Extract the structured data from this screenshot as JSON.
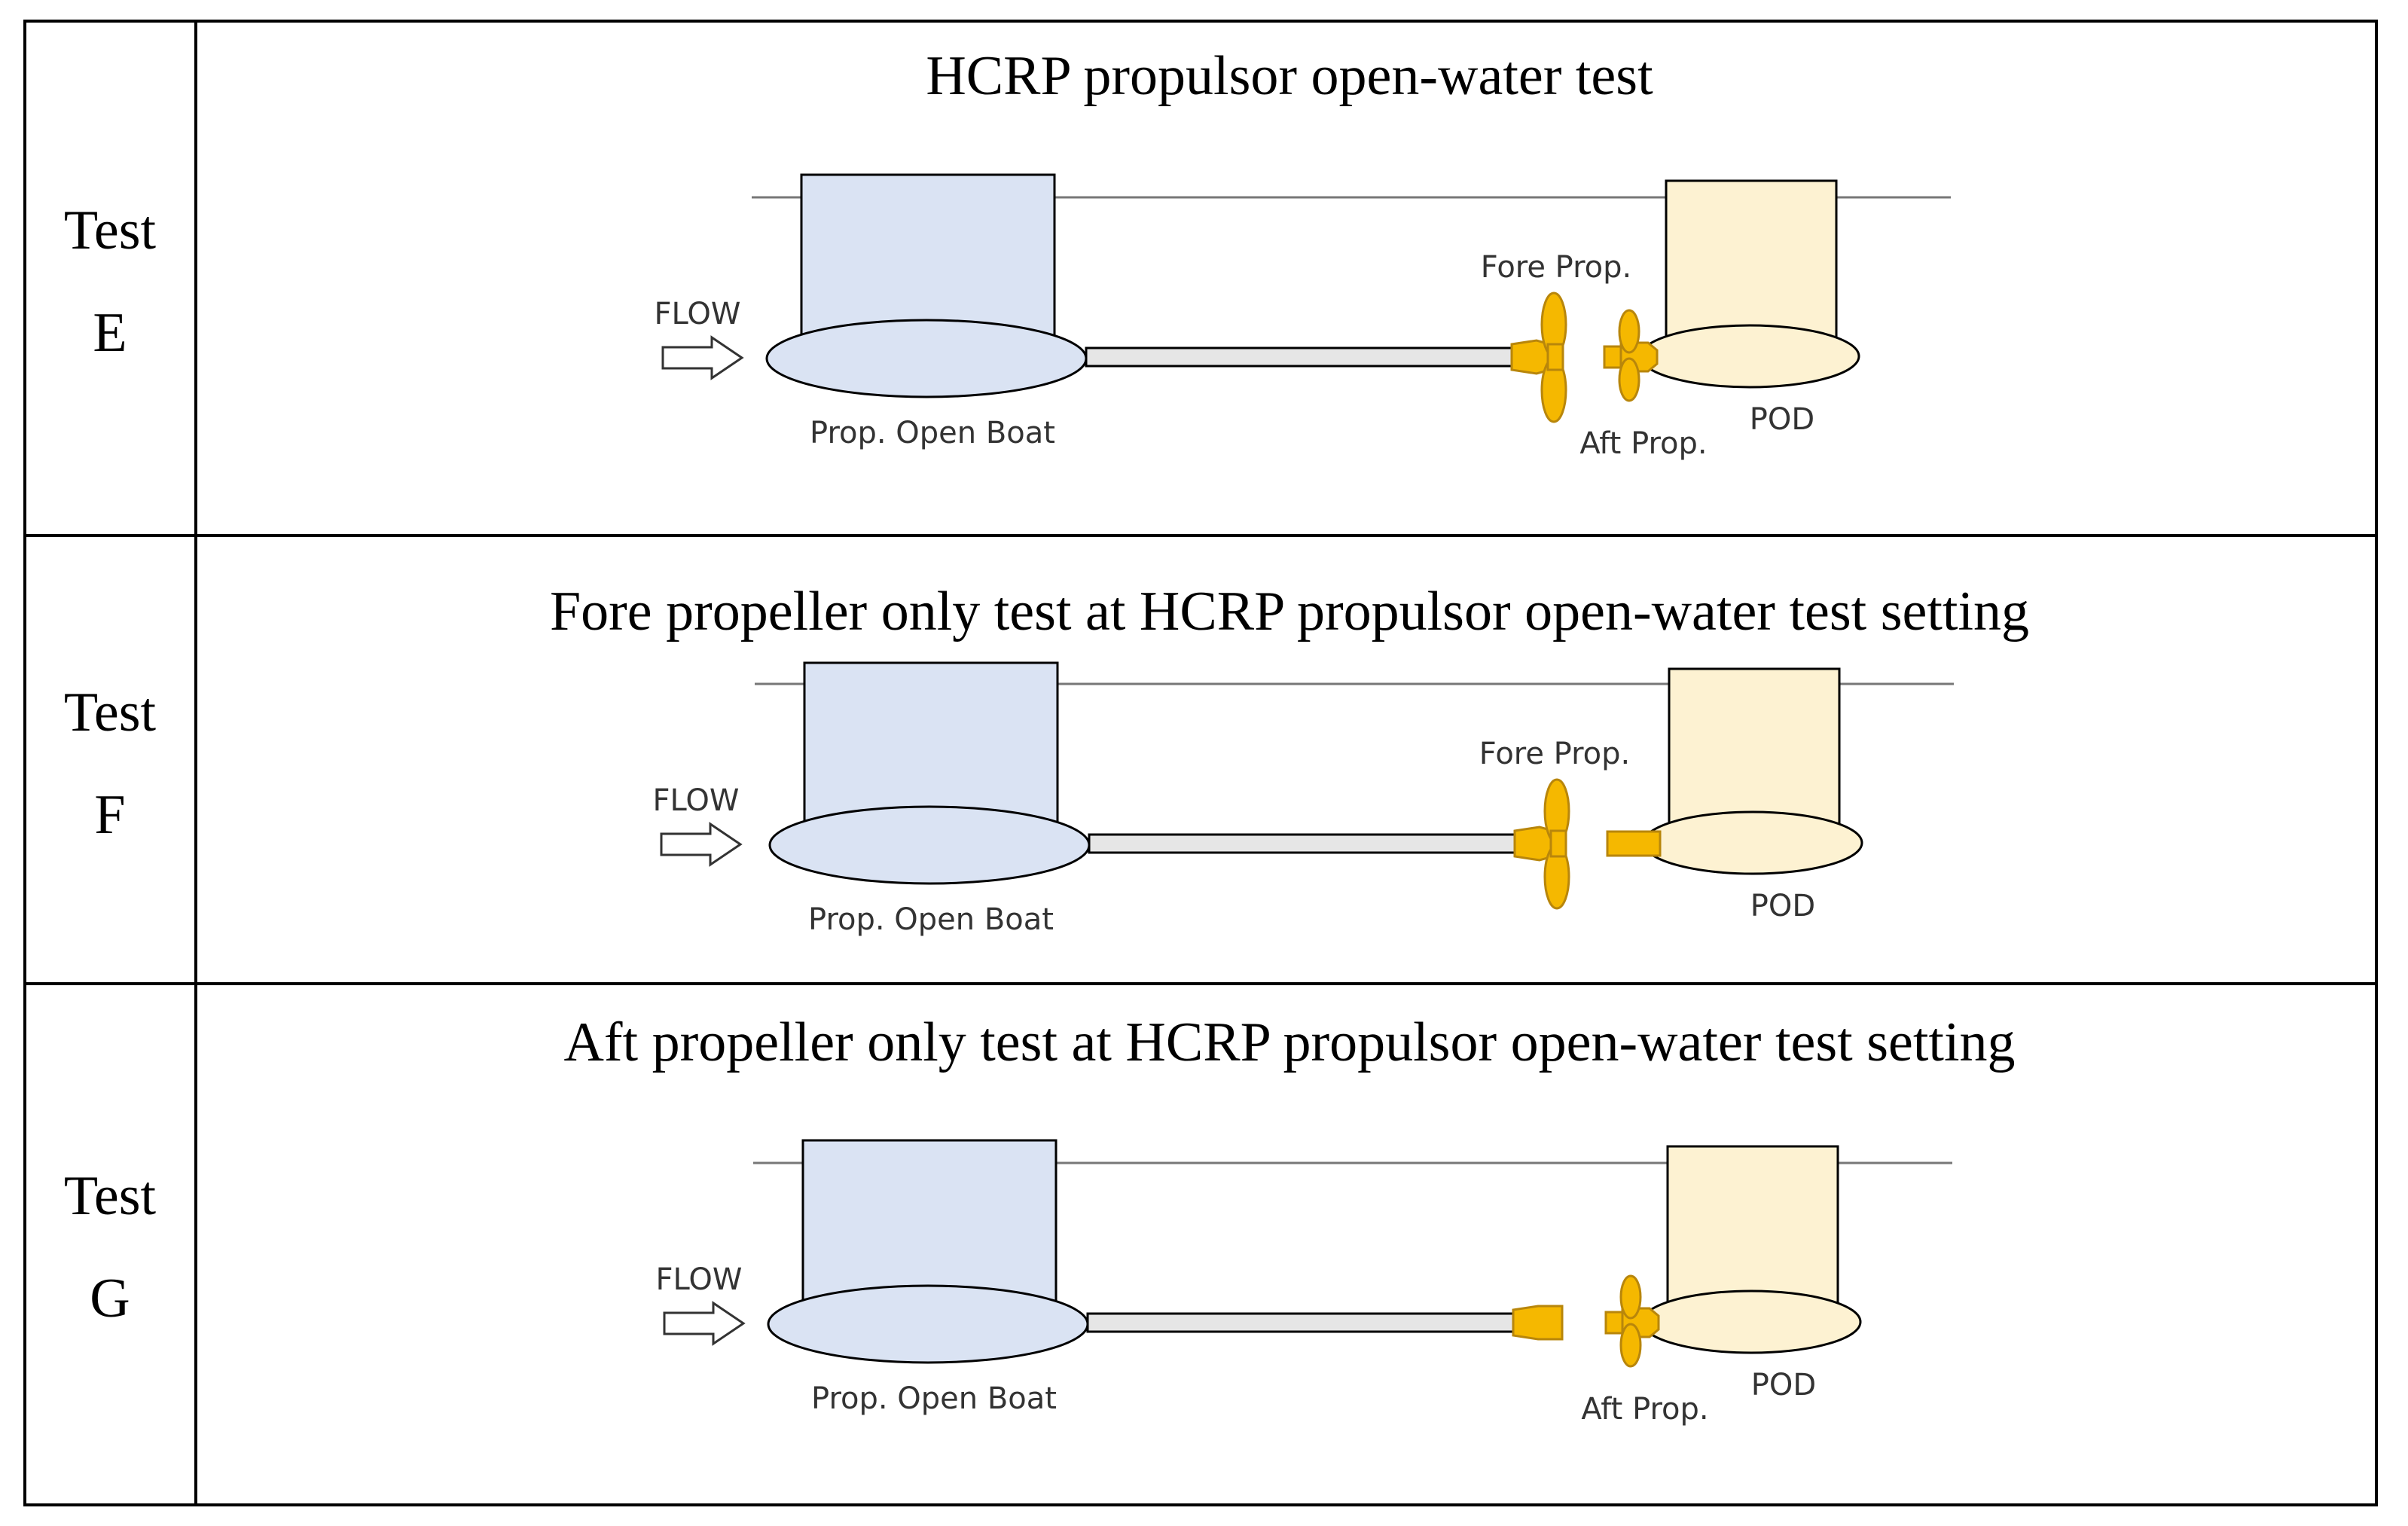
{
  "colors": {
    "boat_fill": "#dae3f3",
    "pod_fill": "#fdf2d2",
    "prop_fill": "#f5b800",
    "prop_stroke": "#b8860b",
    "shaft_fill": "#e6e6e6",
    "line": "#000000",
    "water_line": "#777777"
  },
  "rows": [
    {
      "id": "E",
      "label_line1": "Test",
      "label_line2": "E",
      "title": "HCRP propulsor open-water test",
      "fore_prop": true,
      "aft_prop": true,
      "flow": "FLOW",
      "boat": "Prop. Open Boat",
      "pod": "POD",
      "fore_label": "Fore Prop.",
      "aft_label": "Aft Prop."
    },
    {
      "id": "F",
      "label_line1": "Test",
      "label_line2": "F",
      "title": "Fore propeller only test at HCRP propulsor open-water test setting",
      "fore_prop": true,
      "aft_prop": false,
      "flow": "FLOW",
      "boat": "Prop. Open Boat",
      "pod": "POD",
      "fore_label": "Fore Prop."
    },
    {
      "id": "G",
      "label_line1": "Test",
      "label_line2": "G",
      "title": "Aft propeller only test at HCRP propulsor open-water test setting",
      "fore_prop": false,
      "aft_prop": true,
      "flow": "FLOW",
      "boat": "Prop. Open Boat",
      "pod": "POD",
      "aft_label": "Aft Prop."
    }
  ]
}
